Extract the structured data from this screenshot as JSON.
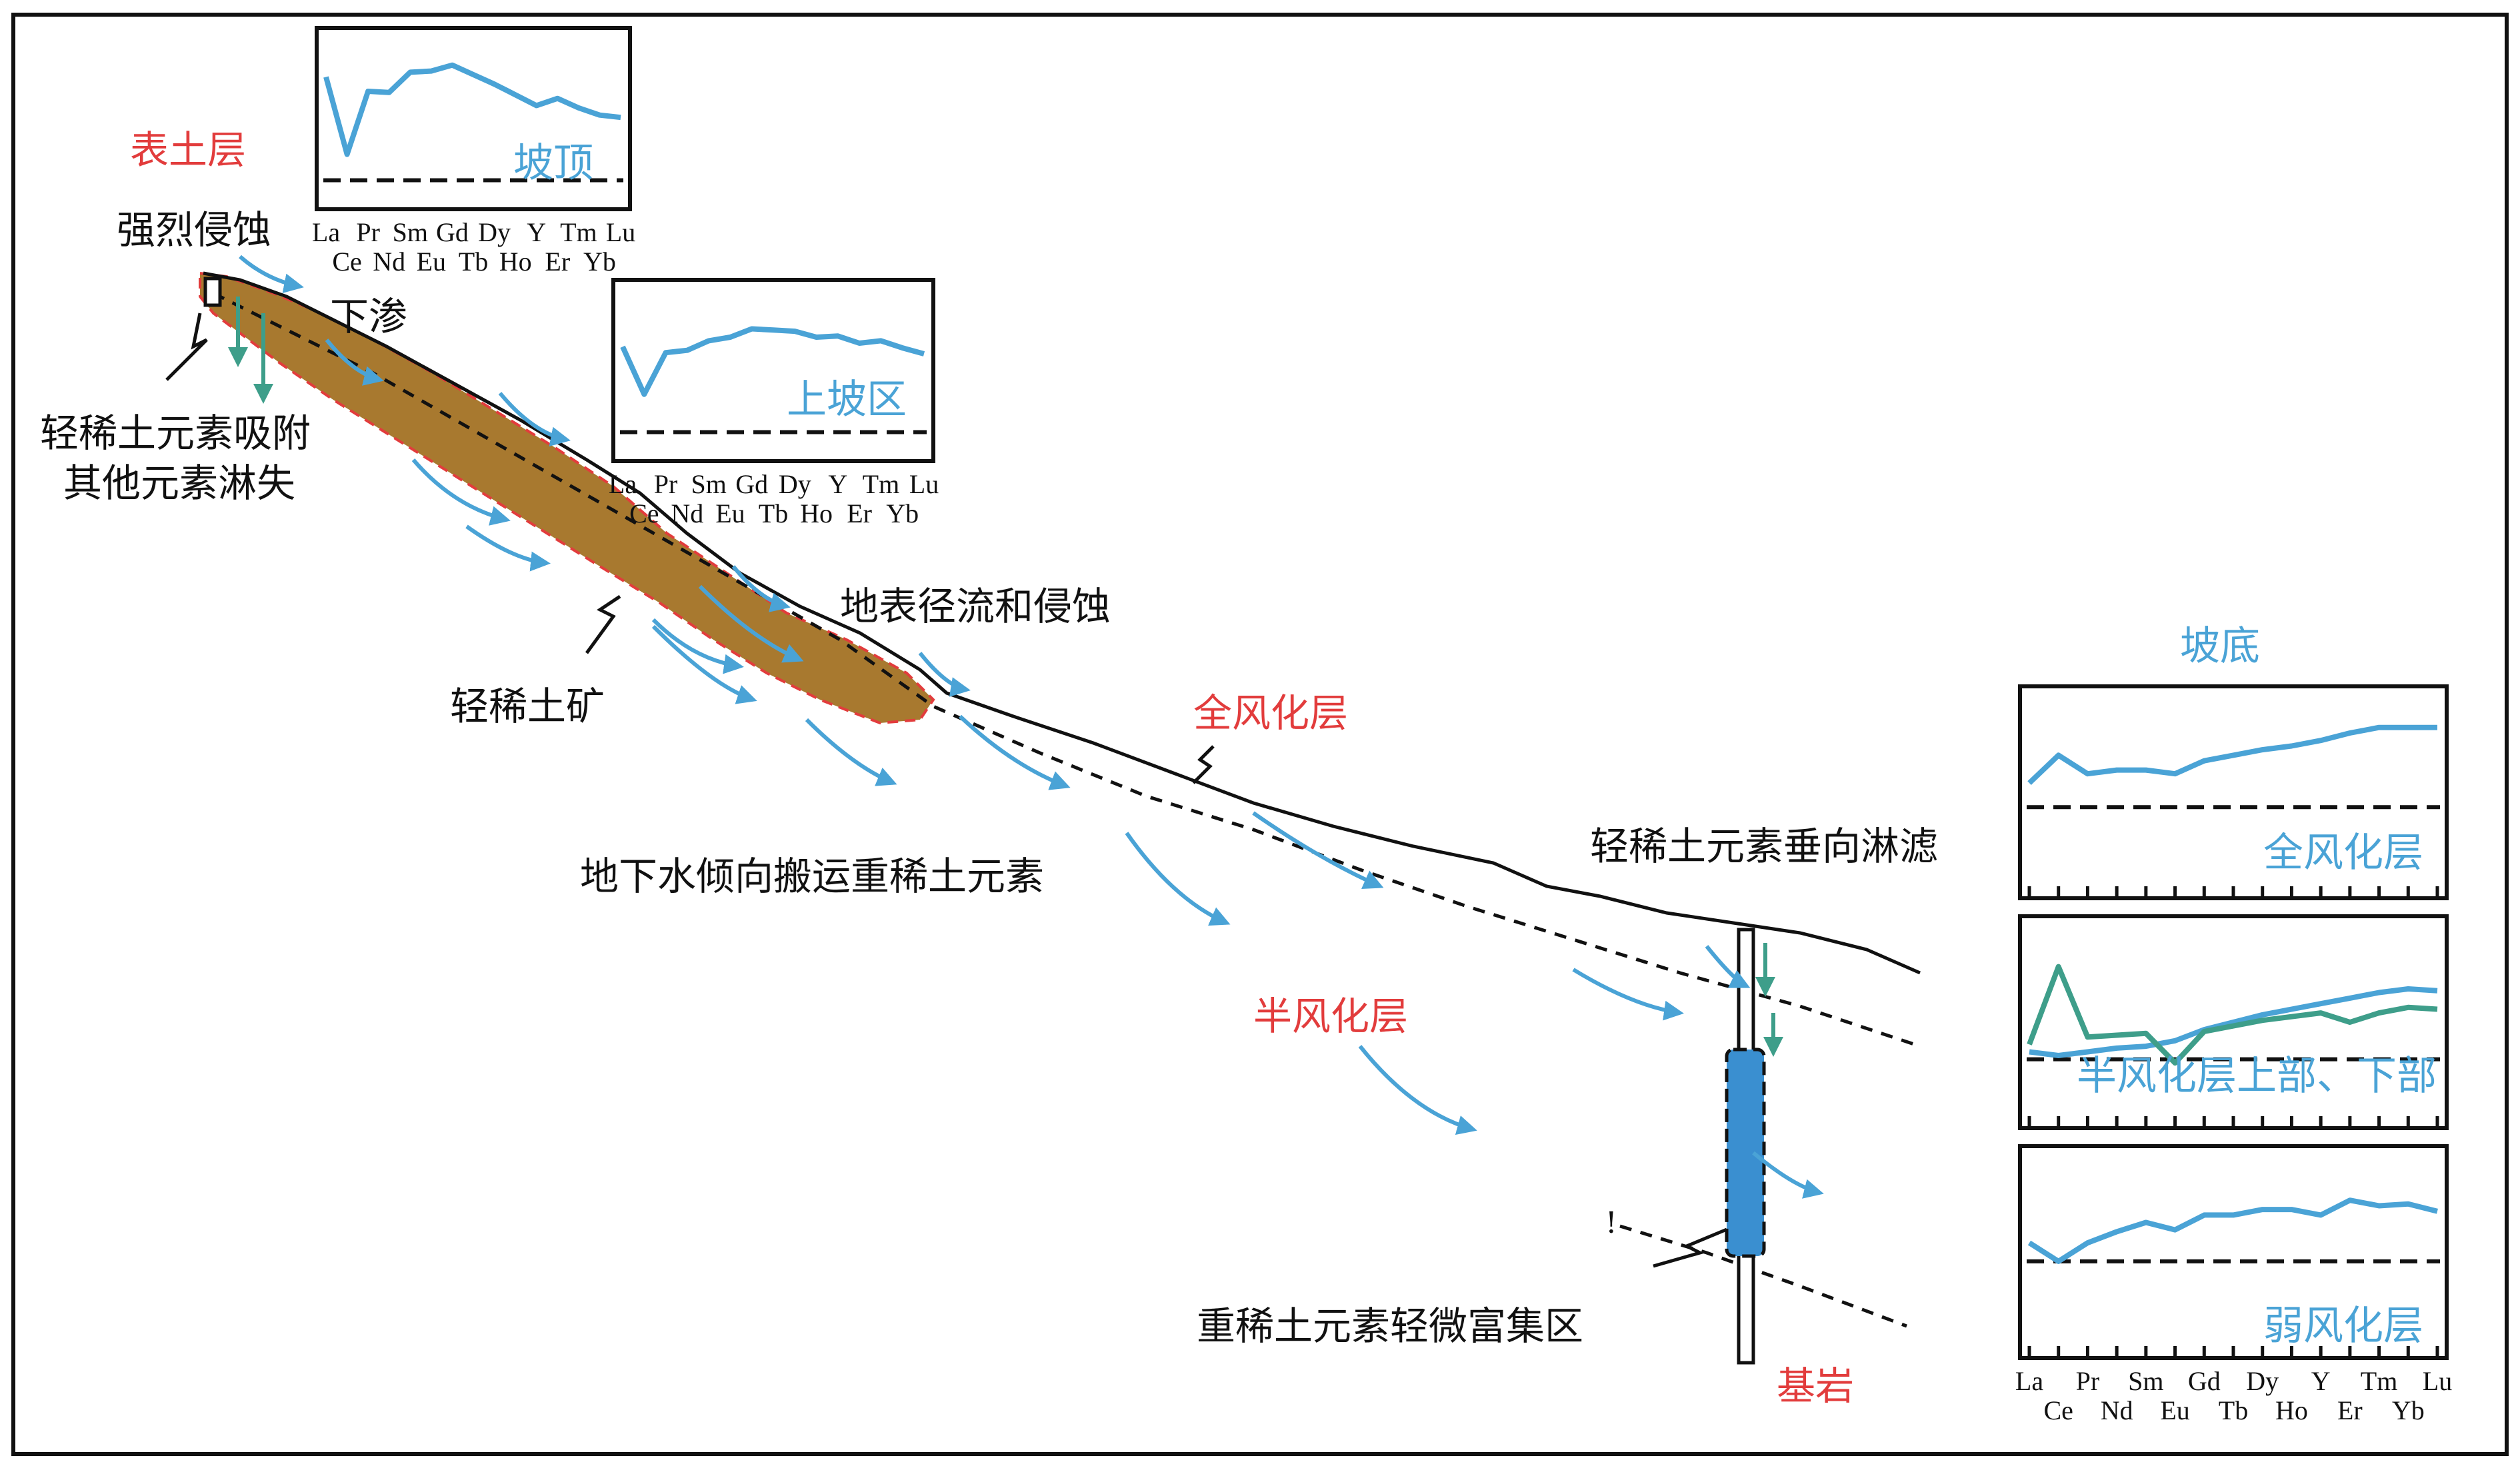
{
  "colors": {
    "black": "#111111",
    "red": "#e23c3c",
    "blue": "#4aa3d6",
    "green": "#3e9e8a",
    "ore_fill": "#a8792f",
    "bedrock_fill": "#3a8fd0"
  },
  "labels": {
    "topsoil": "表土层",
    "strong_erosion": "强烈侵蚀",
    "infiltration": "下渗",
    "lree_adsorb_line1": "轻稀土元素吸附",
    "lree_adsorb_line2": "其他元素淋失",
    "lree_ore": "轻稀土矿",
    "surface_runoff": "地表径流和侵蚀",
    "fully_weathered": "全风化层",
    "groundwater_transport": "地下水倾向搬运重稀土元素",
    "semi_weathered": "半风化层",
    "lree_vertical": "轻稀土元素垂向淋滤",
    "hree_enrich": "重稀土元素轻微富集区",
    "bedrock": "基岩",
    "slope_bottom": "坡底",
    "mark": "!"
  },
  "tick_elements_top": [
    "La",
    "Pr",
    "Sm",
    "Gd",
    "Dy",
    "Y",
    "Tm",
    "Lu"
  ],
  "tick_elements_bottom": [
    "Ce",
    "Nd",
    "Eu",
    "Tb",
    "Ho",
    "Er",
    "Yb"
  ],
  "chart_data": [
    {
      "type": "line",
      "title": "坡顶",
      "categories": [
        "La",
        "Ce",
        "Pr",
        "Nd",
        "Sm",
        "Eu",
        "Gd",
        "Tb",
        "Dy",
        "Ho",
        "Y",
        "Er",
        "Tm",
        "Yb",
        "Lu"
      ],
      "series": [
        {
          "values": [
            0.7,
            0.05,
            0.58,
            0.57,
            0.74,
            0.75,
            0.8,
            0.72,
            0.64,
            0.55,
            0.46,
            0.52,
            0.44,
            0.38,
            0.36
          ]
        }
      ],
      "reference": 0.0
    },
    {
      "type": "line",
      "title": "上坡区",
      "categories": [
        "La",
        "Ce",
        "Pr",
        "Nd",
        "Sm",
        "Eu",
        "Gd",
        "Tb",
        "Dy",
        "Ho",
        "Y",
        "Er",
        "Tm",
        "Yb",
        "Lu"
      ],
      "series": [
        {
          "values": [
            0.55,
            0.15,
            0.5,
            0.52,
            0.6,
            0.63,
            0.7,
            0.69,
            0.68,
            0.63,
            0.64,
            0.58,
            0.6,
            0.54,
            0.49
          ]
        }
      ],
      "reference": 0.0
    },
    {
      "type": "line",
      "title": "全风化层",
      "categories": [
        "La",
        "Ce",
        "Pr",
        "Nd",
        "Sm",
        "Eu",
        "Gd",
        "Tb",
        "Dy",
        "Ho",
        "Y",
        "Er",
        "Tm",
        "Yb",
        "Lu"
      ],
      "series": [
        {
          "values": [
            0.55,
            0.7,
            0.6,
            0.62,
            0.62,
            0.6,
            0.67,
            0.7,
            0.73,
            0.75,
            0.78,
            0.82,
            0.85,
            0.85,
            0.85
          ]
        }
      ],
      "reference": 0.42
    },
    {
      "type": "line",
      "title": "半风化层上部、下部",
      "categories": [
        "La",
        "Ce",
        "Pr",
        "Nd",
        "Sm",
        "Eu",
        "Gd",
        "Tb",
        "Dy",
        "Ho",
        "Y",
        "Er",
        "Tm",
        "Yb",
        "Lu"
      ],
      "series": [
        {
          "color": "#4aa3d6",
          "values": [
            0.34,
            0.32,
            0.34,
            0.36,
            0.37,
            0.4,
            0.46,
            0.5,
            0.54,
            0.57,
            0.6,
            0.63,
            0.66,
            0.68,
            0.67
          ]
        },
        {
          "color": "#3e9e8a",
          "values": [
            0.38,
            0.8,
            0.42,
            0.43,
            0.44,
            0.28,
            0.45,
            0.48,
            0.51,
            0.53,
            0.55,
            0.5,
            0.55,
            0.58,
            0.57
          ]
        }
      ],
      "reference": 0.3
    },
    {
      "type": "line",
      "title": "弱风化层",
      "categories": [
        "La",
        "Ce",
        "Pr",
        "Nd",
        "Sm",
        "Eu",
        "Gd",
        "Tb",
        "Dy",
        "Ho",
        "Y",
        "Er",
        "Tm",
        "Yb",
        "Lu"
      ],
      "series": [
        {
          "values": [
            0.55,
            0.45,
            0.55,
            0.61,
            0.66,
            0.62,
            0.7,
            0.7,
            0.73,
            0.73,
            0.7,
            0.78,
            0.75,
            0.76,
            0.72
          ]
        }
      ],
      "reference": 0.45
    }
  ]
}
